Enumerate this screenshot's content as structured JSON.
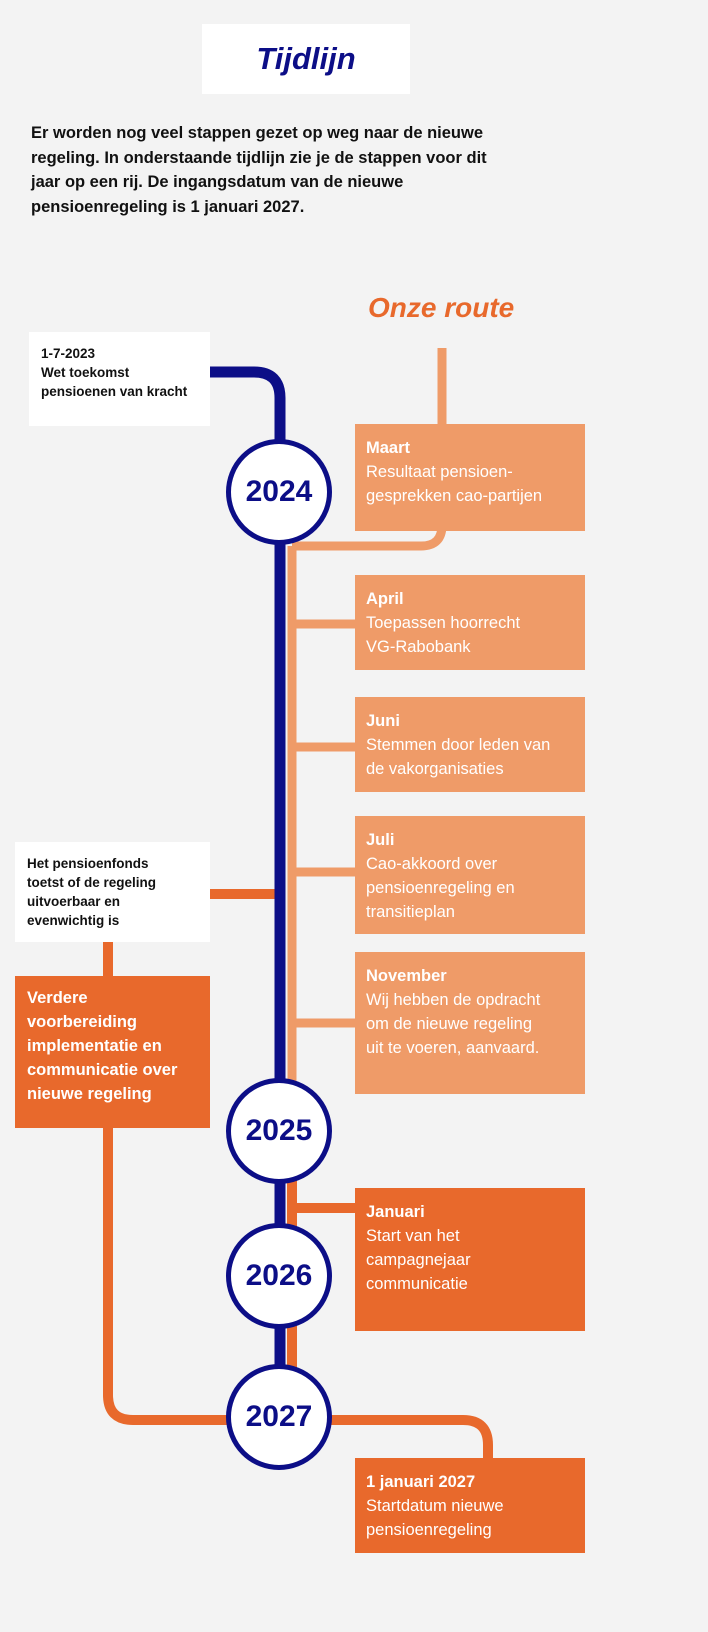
{
  "title": "Tijdlijn",
  "intro_lines": [
    "Er worden nog veel stappen gezet op weg naar de nieuwe",
    "regeling. In onderstaande tijdlijn zie je de stappen voor dit",
    "jaar op een rij. De ingangsdatum van de nieuwe",
    "pensioenregeling is 1 januari 2027."
  ],
  "route_title": "Onze route",
  "notes": {
    "start_lines": [
      "1-7-2023",
      "Wet toekomst",
      "pensioenen van kracht"
    ],
    "fund_lines": [
      "Het pensioenfonds",
      "toetst of de regeling",
      "uitvoerbaar en",
      "evenwichtig is"
    ],
    "prep_lines": [
      "Verdere",
      "voorbereiding",
      "implementatie en",
      "communicatie over",
      "nieuwe regeling"
    ]
  },
  "years": [
    "2024",
    "2025",
    "2026",
    "2027"
  ],
  "steps": [
    {
      "month": "Maart",
      "lines": [
        "Resultaat pensioen-",
        "gesprekken cao-partijen"
      ]
    },
    {
      "month": "April",
      "lines": [
        "Toepassen hoorrecht",
        "VG-Rabobank"
      ]
    },
    {
      "month": "Juni",
      "lines": [
        "Stemmen door leden van",
        "de vakorganisaties"
      ]
    },
    {
      "month": "Juli",
      "lines": [
        "Cao-akkoord over",
        "pensioenregeling en",
        "transitieplan"
      ]
    },
    {
      "month": "November",
      "lines": [
        "Wij hebben de opdracht",
        "om de nieuwe regeling",
        "uit te voeren, aanvaard."
      ]
    },
    {
      "month": "Januari",
      "lines": [
        "Start van het",
        "campagnejaar",
        "communicatie"
      ]
    },
    {
      "month": "1 januari 2027",
      "lines": [
        "Startdatum nieuwe",
        "pensioenregeling"
      ]
    }
  ],
  "colors": {
    "navy": "#0c0e87",
    "orange": "#e8692c",
    "light_orange": "#ef9b68",
    "background": "#f3f3f3"
  }
}
